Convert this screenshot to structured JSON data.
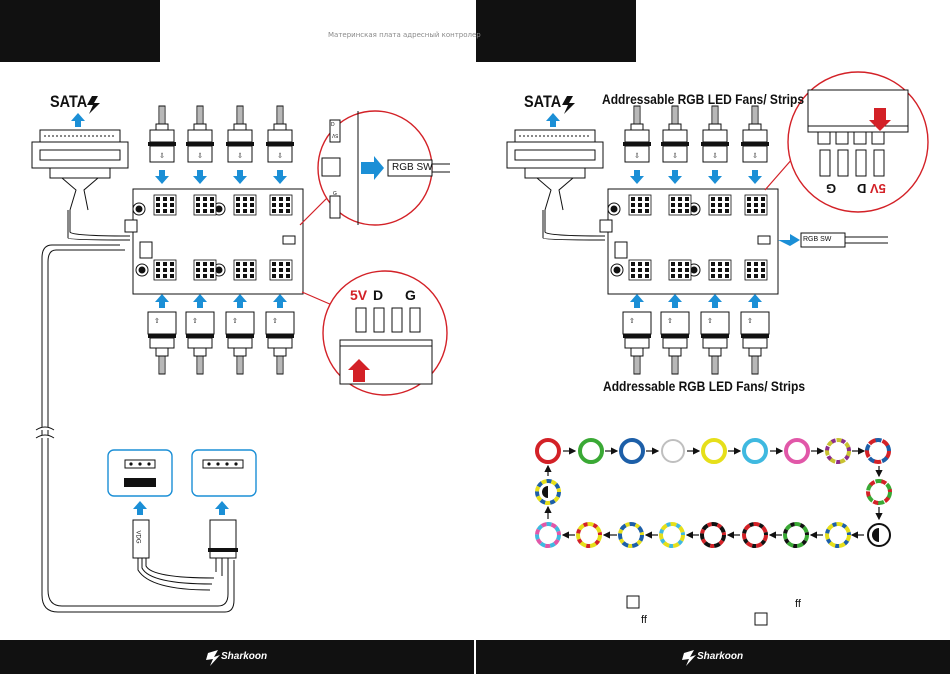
{
  "header": {
    "subtitle": "Материнская плата  адресный контролер"
  },
  "left": {
    "sata_label": "SATA",
    "switch_label": "RGB SW",
    "pin_5v": "5V",
    "pin_d": "D",
    "pin_g": "G",
    "pin_text_small_5v": "5V",
    "pin_text_small_d": "D",
    "pin_text_small_g": "G",
    "cable_label": "VDG"
  },
  "right": {
    "sata_label": "SATA",
    "heading_top": "Addressable RGB LED Fans/ Strips",
    "heading_bottom": "Addressable RGB LED Fans/ Strips",
    "switch_label": "RGB SW",
    "pin_5v": "5V",
    "pin_d": "D",
    "pin_g": "G",
    "note_glyph_1": "ff",
    "note_glyph_2": "ff"
  },
  "footer": {
    "brand_left": "Sharkoon",
    "brand_right": "Sharkoon"
  },
  "colors": {
    "black": "#111111",
    "blue": "#1b8fd6",
    "red": "#d32127"
  },
  "ring_colors": [
    "red",
    "green",
    "blue",
    "white",
    "yellow",
    "cyan",
    "pink",
    "multicolor",
    "multicolor"
  ],
  "icons": [
    "lightning-icon",
    "arrow-up-icon",
    "arrow-down-icon",
    "arrow-right-icon",
    "cable-break-icon",
    "sharkoon-logo-icon"
  ]
}
